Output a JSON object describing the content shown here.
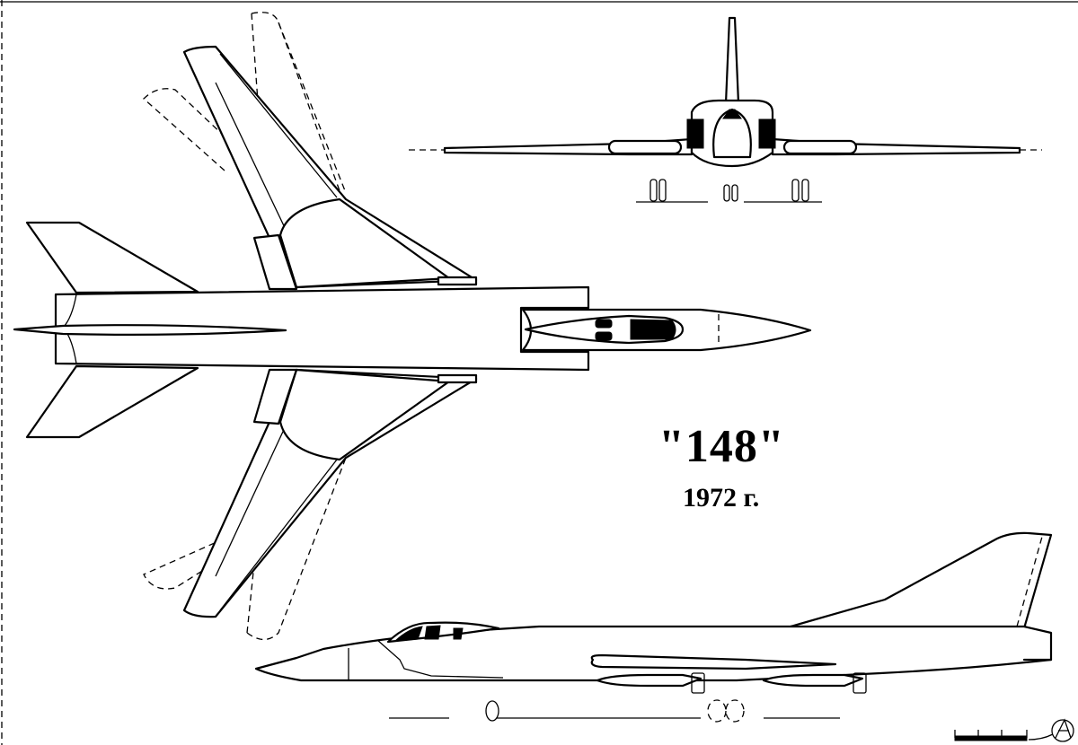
{
  "drawing": {
    "designation": "\"148\"",
    "year_label": "1972 г.",
    "views": [
      {
        "name": "top view",
        "description": "plan view with variable-sweep wings, dashed alternate wing positions"
      },
      {
        "name": "front view",
        "description": "head-on view with vertical fin and wing span"
      },
      {
        "name": "side view",
        "description": "profile view with canopy, tail fin and underwing stores"
      }
    ],
    "scale_bar": {
      "ticks": 4
    },
    "signature": "author monogram",
    "colors": {
      "ink": "#000000",
      "paper": "#ffffff"
    }
  }
}
